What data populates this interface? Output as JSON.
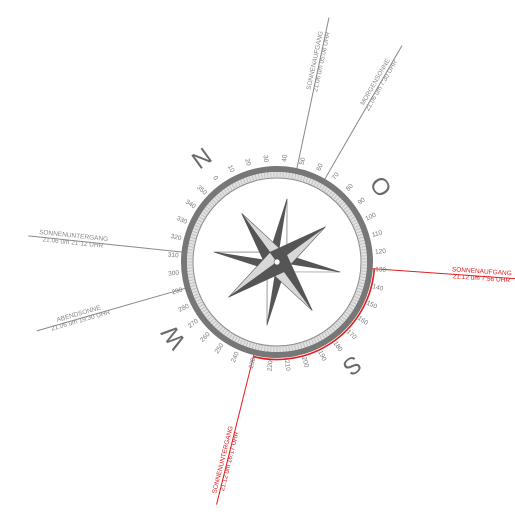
{
  "compass": {
    "rotation_deg": -36,
    "degree_step": 10,
    "cardinals": [
      {
        "letter": "N",
        "deg": 0
      },
      {
        "letter": "O",
        "deg": 90
      },
      {
        "letter": "S",
        "deg": 180
      },
      {
        "letter": "W",
        "deg": 270
      }
    ],
    "colors": {
      "ring_dark": "#777777",
      "ring_hatch": "#bbbbbb",
      "summer": "#888888",
      "winter": "#e11d1d",
      "rose_dark": "#555555",
      "rose_light": "#ffffff"
    }
  },
  "sun_lines": [
    {
      "id": "summer-sunrise",
      "season": "summer",
      "title": "SONNENAUFGANG",
      "detail": "21.06 um 05:08 UHR",
      "azimuth": 48
    },
    {
      "id": "summer-morning",
      "season": "summer",
      "title": "MORGENSONNE",
      "detail": "21.06 um 7:30 UHR",
      "azimuth": 66
    },
    {
      "id": "winter-sunrise",
      "season": "winter",
      "title": "SONNENAUFGANG",
      "detail": "21.12 um 7:56 UHR",
      "azimuth": 130
    },
    {
      "id": "winter-sunset",
      "season": "winter",
      "title": "SONNENUNTERGANG",
      "detail": "21.12 um 16:17 UHR",
      "azimuth": 230
    },
    {
      "id": "summer-evening",
      "season": "summer",
      "title": "ABENDSONNE",
      "detail": "21.06 um 19:30 UHR",
      "azimuth": 290
    },
    {
      "id": "summer-sunset",
      "season": "summer",
      "title": "SONNENUNTERGANG",
      "detail": "21.06 um 21:12 UHR",
      "azimuth": 312
    }
  ],
  "winter_arc": {
    "from": 130,
    "to": 230
  }
}
